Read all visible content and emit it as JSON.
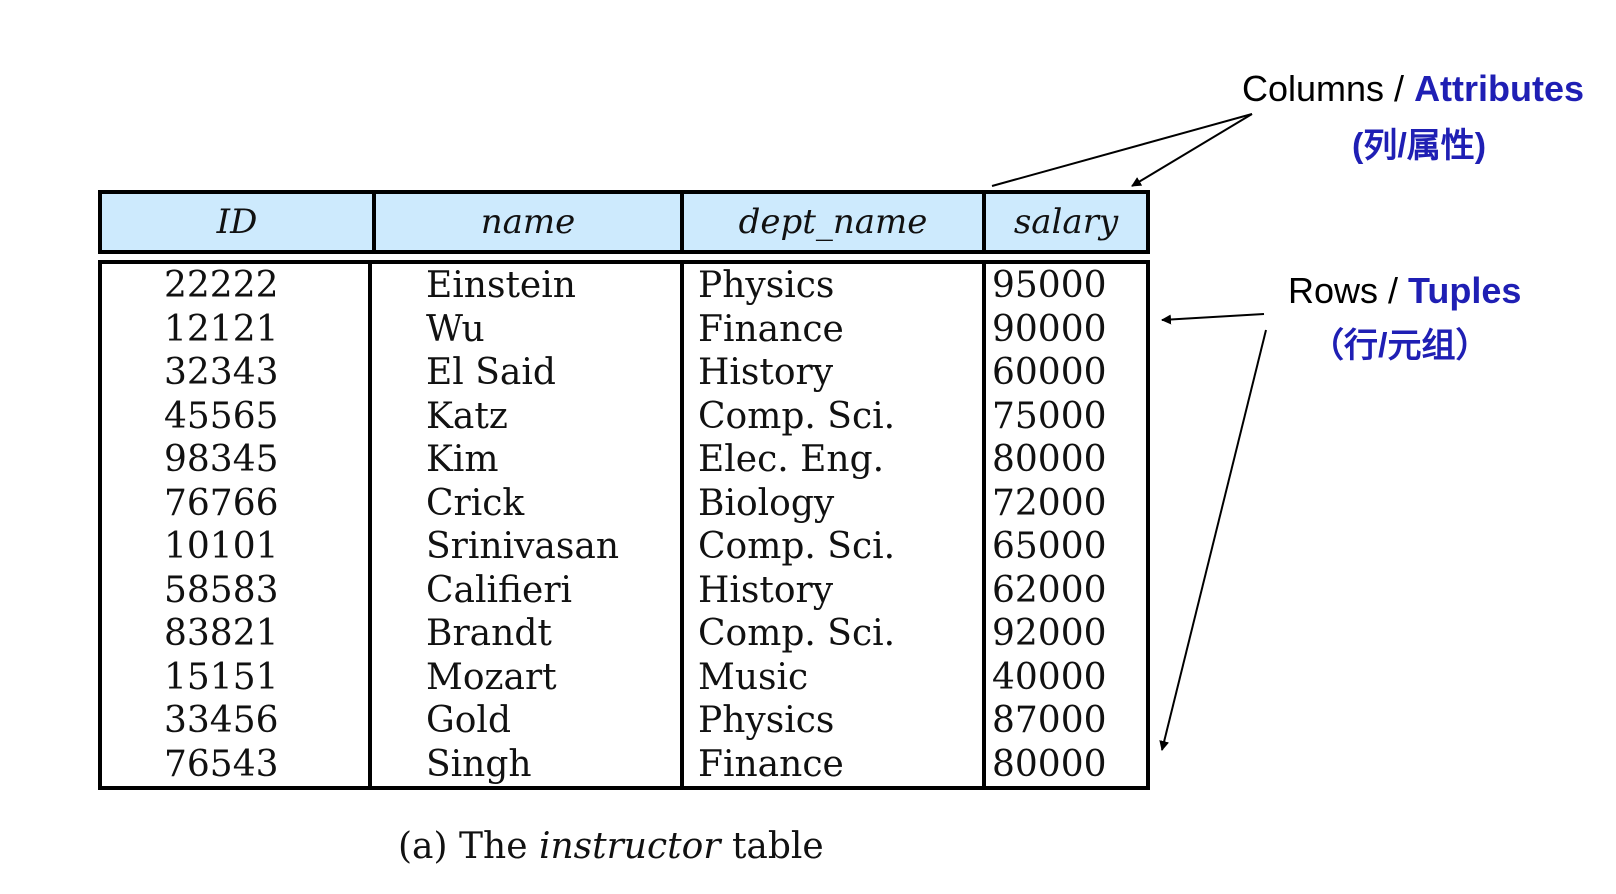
{
  "columns_annotation": {
    "prefix": "Columns / ",
    "term": "Attributes",
    "chinese": "(列/属性)"
  },
  "rows_annotation": {
    "prefix": "Rows / ",
    "term": "Tuples",
    "chinese": "（行/元组）"
  },
  "table": {
    "headers": [
      "ID",
      "name",
      "dept_name",
      "salary"
    ],
    "rows": [
      [
        "22222",
        "Einstein",
        "Physics",
        "95000"
      ],
      [
        "12121",
        "Wu",
        "Finance",
        "90000"
      ],
      [
        "32343",
        "El Said",
        "History",
        "60000"
      ],
      [
        "45565",
        "Katz",
        "Comp. Sci.",
        "75000"
      ],
      [
        "98345",
        "Kim",
        "Elec. Eng.",
        "80000"
      ],
      [
        "76766",
        "Crick",
        "Biology",
        "72000"
      ],
      [
        "10101",
        "Srinivasan",
        "Comp. Sci.",
        "65000"
      ],
      [
        "58583",
        "Califieri",
        "History",
        "62000"
      ],
      [
        "83821",
        "Brandt",
        "Comp. Sci.",
        "92000"
      ],
      [
        "15151",
        "Mozart",
        "Music",
        "40000"
      ],
      [
        "33456",
        "Gold",
        "Physics",
        "87000"
      ],
      [
        "76543",
        "Singh",
        "Finance",
        "80000"
      ]
    ]
  },
  "caption": {
    "prefix": "(a) The ",
    "italic": "instructor",
    "suffix": " table"
  },
  "colors": {
    "header_fill": "#cdeafd",
    "accent": "#1f1fb4"
  }
}
